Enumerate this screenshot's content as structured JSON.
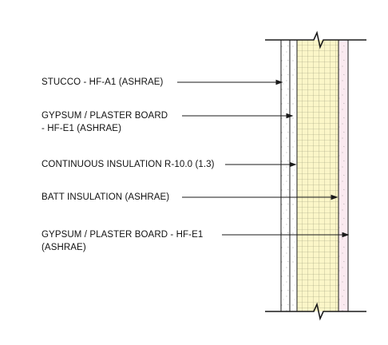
{
  "diagram": {
    "labels": [
      {
        "id": "stucco",
        "lines": [
          "STUCCO - HF-A1 (ASHRAE)"
        ]
      },
      {
        "id": "gypsum-outer",
        "lines": [
          "GYPSUM / PLASTER BOARD",
          "- HF-E1 (ASHRAE)"
        ]
      },
      {
        "id": "continuous-insulation",
        "lines": [
          "CONTINUOUS INSULATION R-10.0 (1.3)"
        ]
      },
      {
        "id": "batt-insulation",
        "lines": [
          "BATT INSULATION (ASHRAE)"
        ]
      },
      {
        "id": "gypsum-inner",
        "lines": [
          "GYPSUM / PLASTER BOARD - HF-E1",
          "(ASHRAE)"
        ]
      }
    ],
    "colors": {
      "insulation_fill": "#fbf6c8",
      "inner_board_fill": "#fbeaf0",
      "line": "#1a1a1a",
      "grid": "#9a9a7a"
    }
  }
}
